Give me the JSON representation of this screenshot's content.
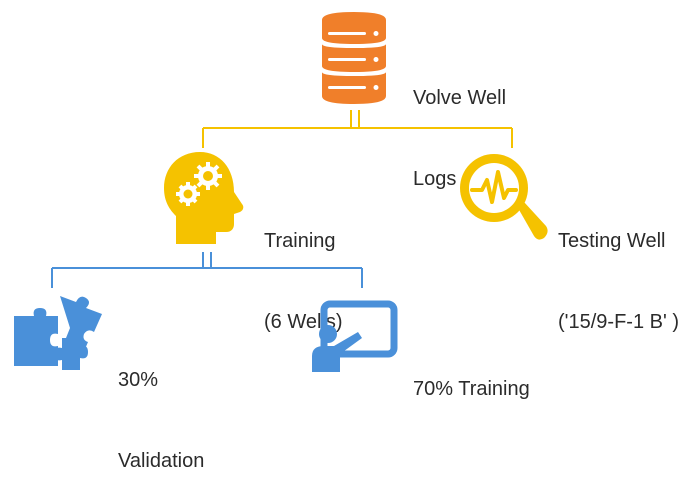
{
  "root": {
    "label_line1": "Volve Well",
    "label_line2": "Logs",
    "icon": "database-icon"
  },
  "training": {
    "label_line1": "Training",
    "label_line2": "(6 Wells)",
    "icon": "head-gears-icon"
  },
  "testing": {
    "label_line1": "Testing Well",
    "label_line2": "('15/9-F-1 B' )",
    "icon": "magnifier-signal-icon"
  },
  "validation": {
    "label_line1": "30%",
    "label_line2": "Validation",
    "icon": "puzzle-icon"
  },
  "train_split": {
    "label": "70% Training",
    "icon": "presentation-icon"
  },
  "colors": {
    "orange": "#f07f2a",
    "yellow": "#f5c200",
    "blue": "#4a90d9",
    "text": "#2b2b2b"
  }
}
